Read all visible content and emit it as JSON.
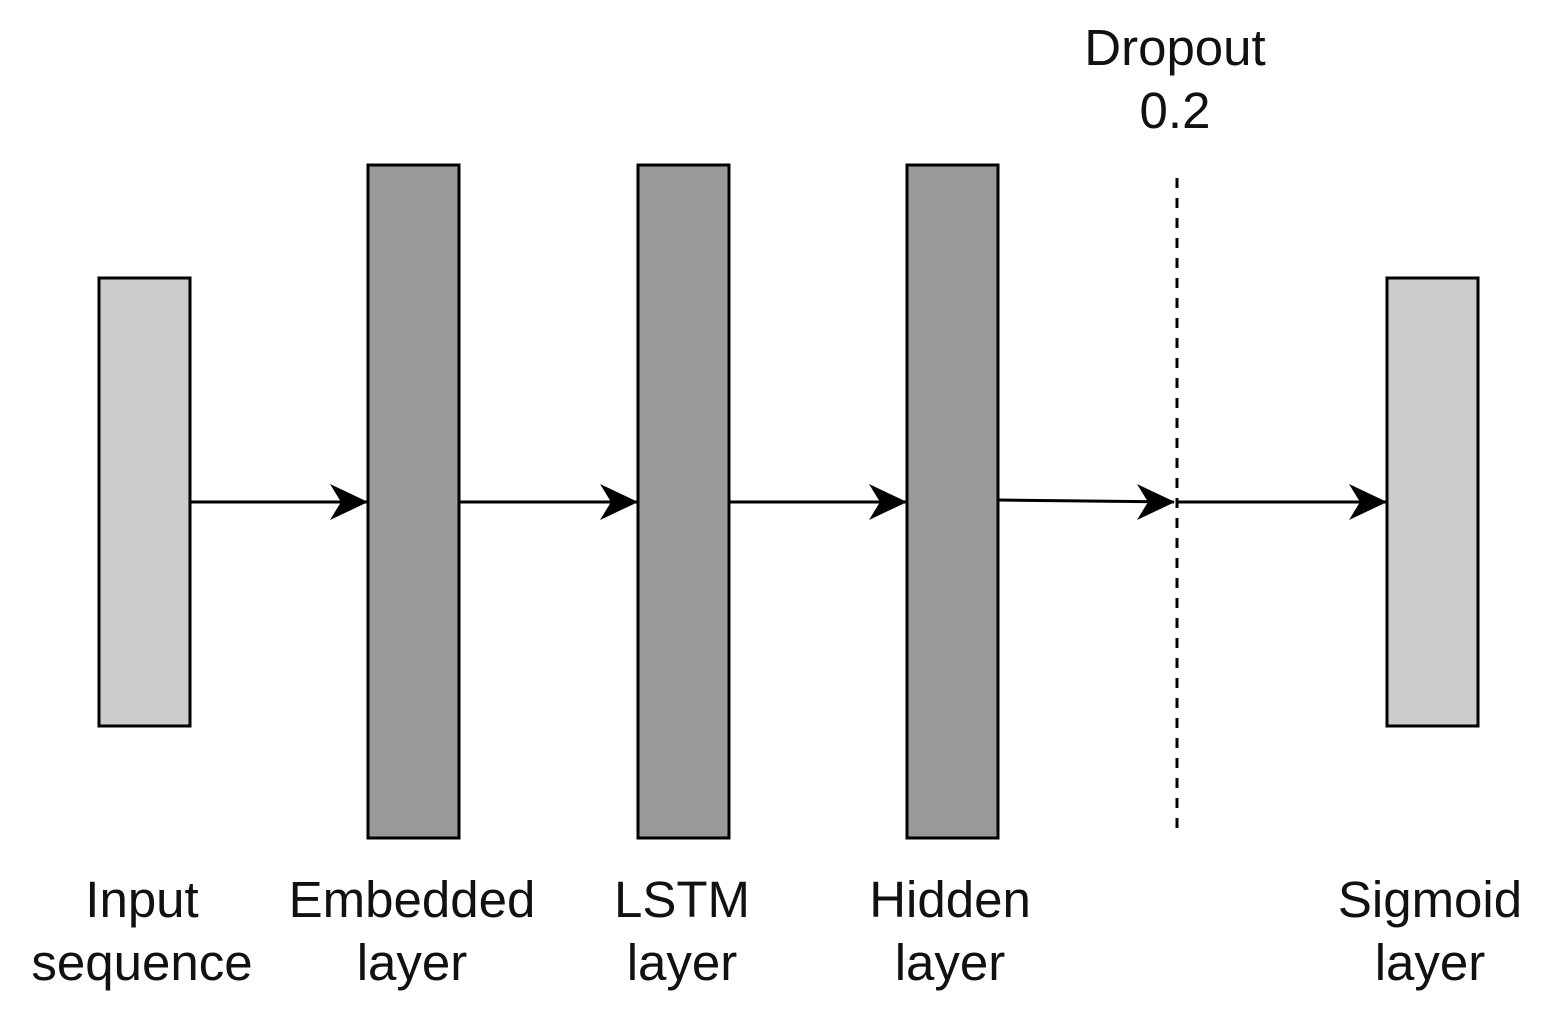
{
  "layers": [
    {
      "id": "input",
      "lines": [
        "Input",
        "sequence"
      ],
      "fill": "#cccccc"
    },
    {
      "id": "embedded",
      "lines": [
        "Embedded",
        "layer"
      ],
      "fill": "#999999"
    },
    {
      "id": "lstm",
      "lines": [
        "LSTM",
        "layer"
      ],
      "fill": "#999999"
    },
    {
      "id": "hidden",
      "lines": [
        "Hidden",
        "layer"
      ],
      "fill": "#999999"
    },
    {
      "id": "sigmoid",
      "lines": [
        "Sigmoid",
        "layer"
      ],
      "fill": "#cccccc"
    }
  ],
  "dropout": {
    "lines": [
      "Dropout",
      "0.2"
    ]
  },
  "colors": {
    "stroke": "#000000",
    "light_fill": "#cccccc",
    "dark_fill": "#999999"
  }
}
